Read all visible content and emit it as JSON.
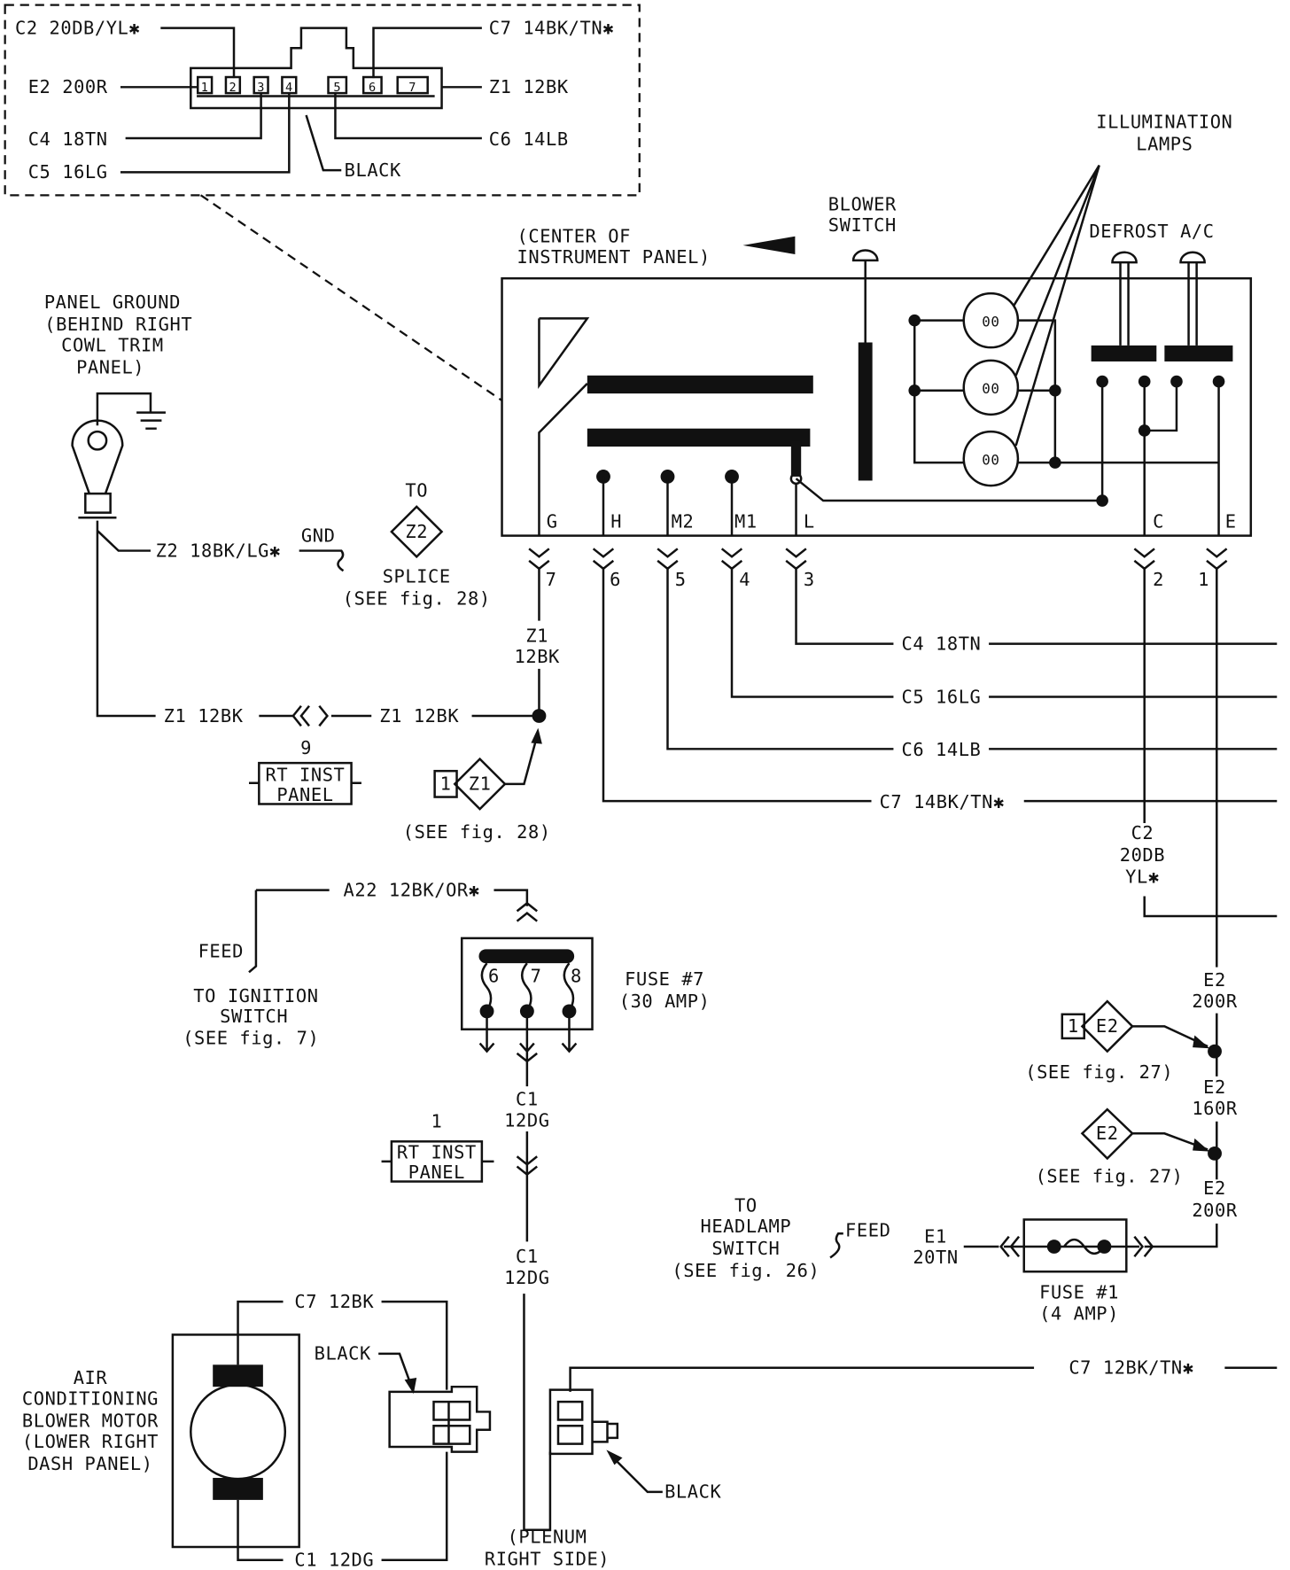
{
  "connector_inset": {
    "wires": {
      "c2": "C2 20DB/YL✱",
      "c7": "C7 14BK/TN✱",
      "e2": "E2 200R",
      "z1": "Z1 12BK",
      "c4": "C4 18TN",
      "c6": "C6 14LB",
      "c5": "C5 16LG"
    },
    "pins": [
      "1",
      "2",
      "3",
      "4",
      "5",
      "6",
      "7"
    ],
    "color_label": "BLACK"
  },
  "panel": {
    "location": [
      "(CENTER OF",
      "INSTRUMENT PANEL)"
    ],
    "blower_switch": [
      "BLOWER",
      "SWITCH"
    ],
    "illumination": [
      "ILLUMINATION",
      "LAMPS"
    ],
    "defrost_ac": "DEFROST A/C",
    "lamp_glyph": "00",
    "terminals": [
      "G",
      "H",
      "M2",
      "M1",
      "L",
      "C",
      "E"
    ],
    "cavities": [
      "7",
      "6",
      "5",
      "4",
      "3",
      "2",
      "1"
    ]
  },
  "wires": {
    "z1_vert": [
      "Z1",
      "12BK"
    ],
    "c4": "C4 18TN",
    "c5": "C5 16LG",
    "c6": "C6 14LB",
    "c7": "C7 14BK/TN✱",
    "c2": [
      "C2",
      "20DB",
      "YL✱"
    ],
    "e2_a": [
      "E2",
      "200R"
    ],
    "e2_b": [
      "E2",
      "160R"
    ],
    "e2_c": [
      "E2",
      "200R"
    ],
    "e1": [
      "E1",
      "20TN"
    ],
    "z2": "Z2 18BK/LG✱",
    "gnd": "GND",
    "z1_left": "Z1 12BK",
    "z1_right": "Z1 12BK",
    "a22": "A22 12BK/OR✱",
    "c1_a": [
      "C1",
      "12DG"
    ],
    "c1_b": [
      "C1",
      "12DG"
    ],
    "c7_bottom": "C7 12BK/TN✱",
    "c7_motor": "C7 12BK",
    "c1_motor": "C1 12DG"
  },
  "ground": {
    "label": [
      "PANEL GROUND",
      "(BEHIND RIGHT",
      "COWL TRIM",
      "PANEL)"
    ]
  },
  "splice": {
    "to": "TO",
    "id": "Z2",
    "label": [
      "SPLICE",
      "(SEE fig. 28)"
    ]
  },
  "rt_inst_panel_9": {
    "num": "9",
    "label": [
      "RT INST",
      "PANEL"
    ]
  },
  "z1_ref": {
    "num": "1",
    "id": "Z1",
    "see": "(SEE fig. 28)"
  },
  "ignition": {
    "feed": "FEED",
    "label": [
      "TO IGNITION",
      "SWITCH",
      "(SEE fig. 7)"
    ]
  },
  "fuse7": {
    "cavities": [
      "6",
      "7",
      "8"
    ],
    "label": [
      "FUSE #7",
      "(30 AMP)"
    ]
  },
  "rt_inst_panel_1": {
    "num": "1",
    "label": [
      "RT INST",
      "PANEL"
    ]
  },
  "e2_ref1": {
    "num": "1",
    "id": "E2",
    "see": "(SEE fig. 27)"
  },
  "e2_ref2": {
    "id": "E2",
    "see": "(SEE fig. 27)"
  },
  "headlamp": {
    "feed": "FEED",
    "label": [
      "TO",
      "HEADLAMP",
      "SWITCH",
      "(SEE fig. 26)"
    ]
  },
  "fuse1": {
    "label": [
      "FUSE #1",
      "(4 AMP)"
    ]
  },
  "motor": {
    "label": [
      "AIR",
      "CONDITIONING",
      "BLOWER MOTOR",
      "(LOWER RIGHT",
      "DASH PANEL)"
    ],
    "connector": "BLACK"
  },
  "plenum": {
    "connector": "BLACK",
    "label": [
      "(PLENUM",
      "RIGHT SIDE)"
    ]
  }
}
